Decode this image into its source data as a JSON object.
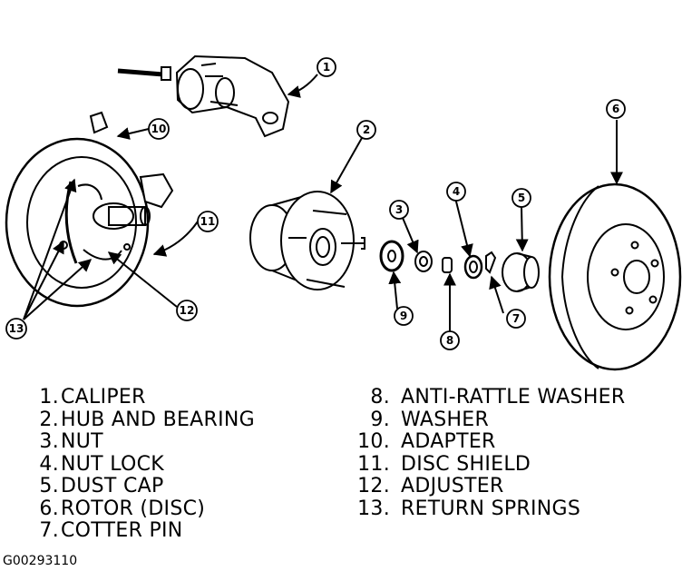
{
  "callouts": [
    "1",
    "2",
    "3",
    "4",
    "5",
    "6",
    "7",
    "8",
    "9",
    "10",
    "11",
    "12",
    "13"
  ],
  "legend": {
    "left": [
      {
        "num": "1.",
        "label": "CALIPER"
      },
      {
        "num": "2.",
        "label": "HUB AND BEARING"
      },
      {
        "num": "3.",
        "label": "NUT"
      },
      {
        "num": "4.",
        "label": "NUT LOCK"
      },
      {
        "num": "5.",
        "label": "DUST CAP"
      },
      {
        "num": "6.",
        "label": "ROTOR (DISC)"
      },
      {
        "num": "7.",
        "label": "COTTER PIN"
      }
    ],
    "right": [
      {
        "num": "8.",
        "label": "ANTI-RATTLE WASHER"
      },
      {
        "num": "9.",
        "label": "WASHER"
      },
      {
        "num": "10.",
        "label": "ADAPTER"
      },
      {
        "num": "11.",
        "label": "DISC SHIELD"
      },
      {
        "num": "12.",
        "label": "ADJUSTER"
      },
      {
        "num": "13.",
        "label": "RETURN SPRINGS"
      }
    ]
  },
  "figure_code": "G00293110"
}
